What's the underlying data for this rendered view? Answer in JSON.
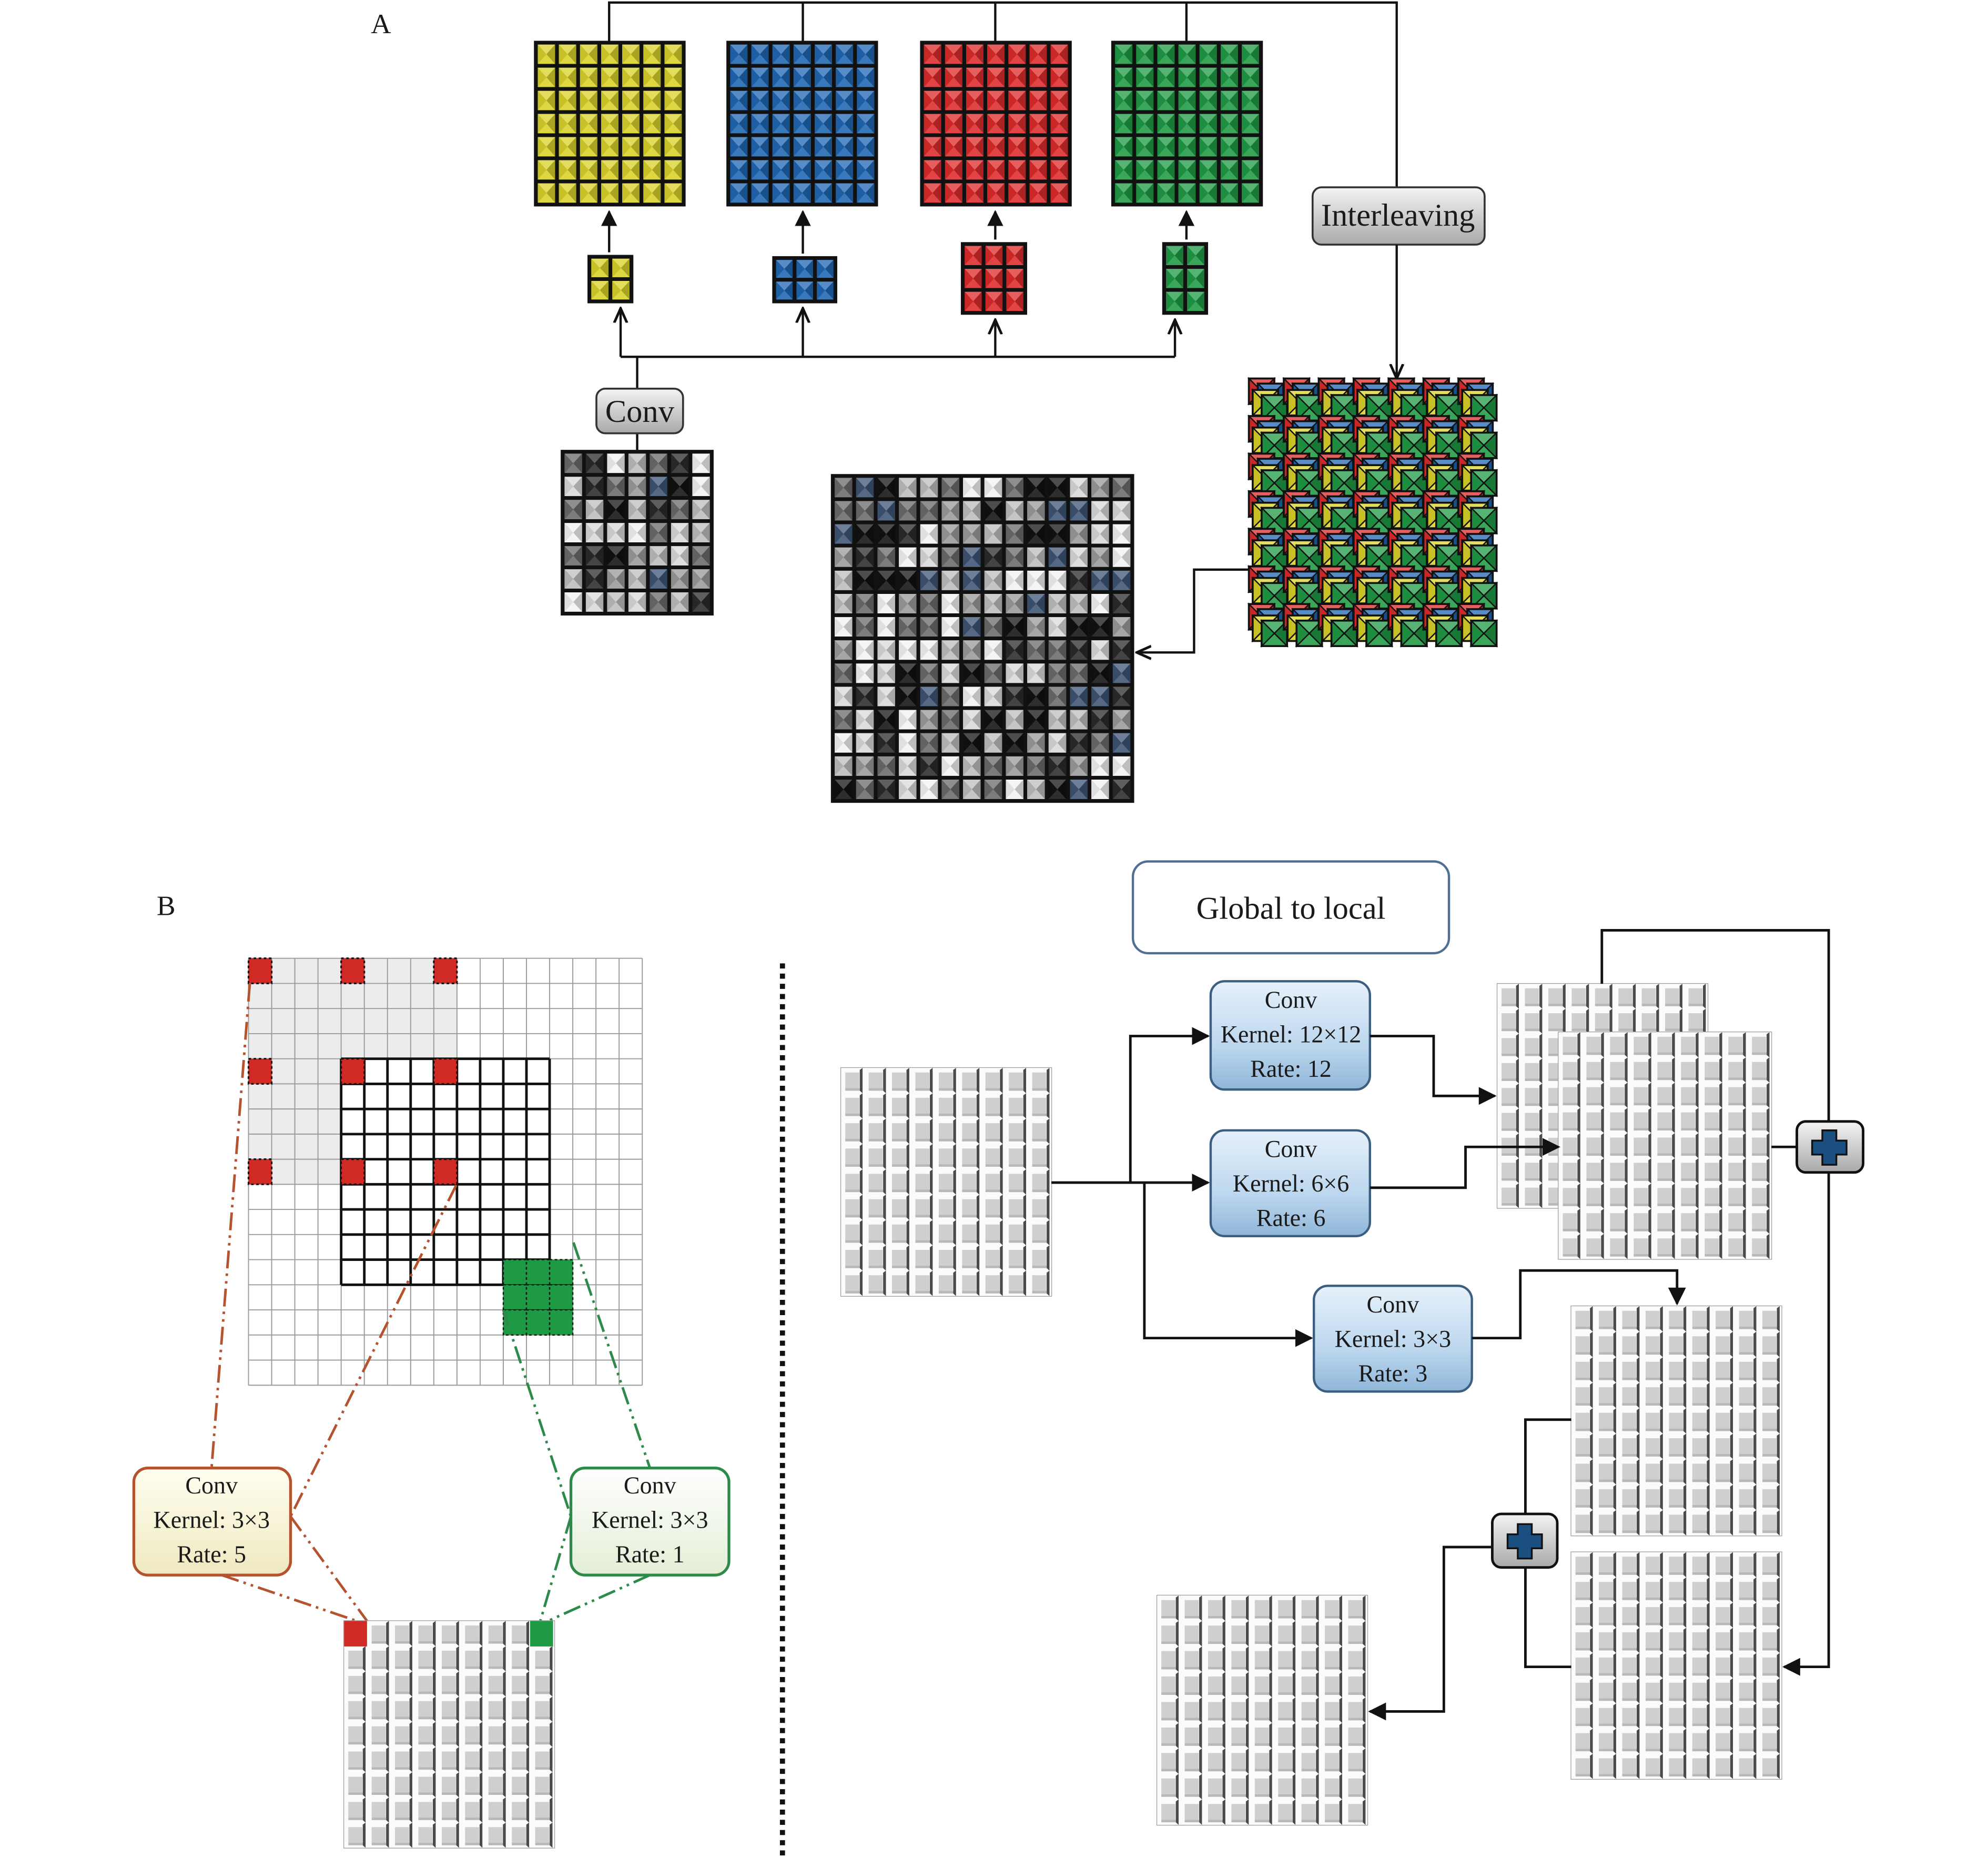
{
  "panel_a": {
    "label": "A",
    "conv_label": "Conv",
    "interleaving_label": "Interleaving",
    "input_grid": {
      "cols": 7,
      "rows": 7,
      "palette": "grayscale-blue"
    },
    "output_grid": {
      "cols": 14,
      "rows": 14,
      "palette": "grayscale-blue"
    },
    "branches": [
      {
        "name": "yellow",
        "color": "#d8d22a",
        "kernel": {
          "cols": 2,
          "rows": 2
        },
        "output": {
          "cols": 7,
          "rows": 7
        }
      },
      {
        "name": "blue",
        "color": "#1f66b3",
        "kernel": {
          "cols": 3,
          "rows": 2
        },
        "output": {
          "cols": 7,
          "rows": 7
        }
      },
      {
        "name": "red",
        "color": "#dd2a2a",
        "kernel": {
          "cols": 3,
          "rows": 3
        },
        "output": {
          "cols": 7,
          "rows": 7
        }
      },
      {
        "name": "green",
        "color": "#1f9a44",
        "kernel": {
          "cols": 2,
          "rows": 3
        },
        "output": {
          "cols": 7,
          "rows": 7
        }
      }
    ],
    "interleaved_grid": {
      "cols": 7,
      "rows": 7
    }
  },
  "panel_b": {
    "label": "B",
    "left": {
      "input_grid": {
        "cols": 17,
        "rows": 17
      },
      "dilated_kernel_color": "#d12a24",
      "dense_kernel_color": "#1f9a44",
      "conv_dilated": {
        "title": "Conv",
        "kernel": "Kernel: 3×3",
        "rate": "Rate: 5",
        "border": "#b5532e",
        "fill": "#fbf7d8"
      },
      "conv_dense": {
        "title": "Conv",
        "kernel": "Kernel: 3×3",
        "rate": "Rate: 1",
        "border": "#2e8a4a",
        "fill": "#f4f8ea"
      },
      "output_grid": {
        "cols": 9,
        "rows": 9
      }
    },
    "right": {
      "title": "Global to local",
      "convs": [
        {
          "title": "Conv",
          "kernel": "Kernel: 12×12",
          "rate": "Rate: 12"
        },
        {
          "title": "Conv",
          "kernel": "Kernel: 6×6",
          "rate": "Rate: 6"
        },
        {
          "title": "Conv",
          "kernel": "Kernel: 3×3",
          "rate": "Rate: 3"
        }
      ],
      "feature_map": {
        "cols": 9,
        "rows": 9
      },
      "add_icon": "plus-icon",
      "accent": "#1b4f80"
    }
  }
}
